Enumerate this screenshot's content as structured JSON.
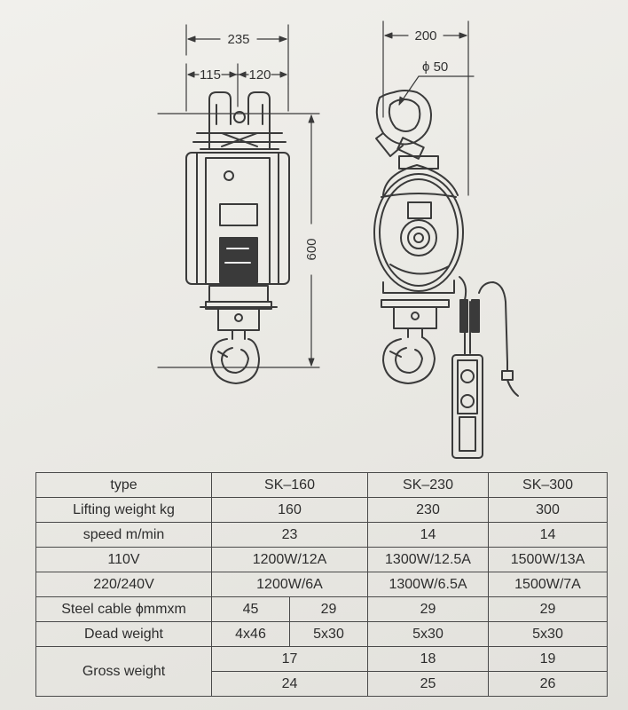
{
  "drawing": {
    "front_view": {
      "overall_width": "235",
      "left_half": "115",
      "right_half": "120",
      "height": "600"
    },
    "side_view": {
      "overall_width": "200",
      "hook_diameter": "ϕ 50"
    }
  },
  "table": {
    "header": {
      "label": "type",
      "models": [
        "SK–160",
        "SK–230",
        "SK–300"
      ]
    },
    "lifting_weight": {
      "label": "Lifting weight kg",
      "values": [
        "160",
        "230",
        "300"
      ]
    },
    "speed": {
      "label": "speed m/min",
      "values": [
        "23",
        "14",
        "14"
      ]
    },
    "v110": {
      "label": "110V",
      "values": [
        "1200W/12A",
        "1300W/12.5A",
        "1500W/13A"
      ]
    },
    "v220": {
      "label": "220/240V",
      "values": [
        "1200W/6A",
        "1300W/6.5A",
        "1500W/7A"
      ]
    },
    "steel_cable": {
      "label": "Steel cable ϕmmxm",
      "sk160_a": "45",
      "sk160_b": "29",
      "sk230": "29",
      "sk300": "29"
    },
    "dead_weight": {
      "label": "Dead weight",
      "sk160_a": "4x46",
      "sk160_b": "5x30",
      "sk230": "5x30",
      "sk300": "5x30"
    },
    "gross_weight": {
      "label": "Gross weight",
      "row1": [
        "17",
        "18",
        "19"
      ],
      "row2": [
        "24",
        "25",
        "26"
      ]
    }
  }
}
